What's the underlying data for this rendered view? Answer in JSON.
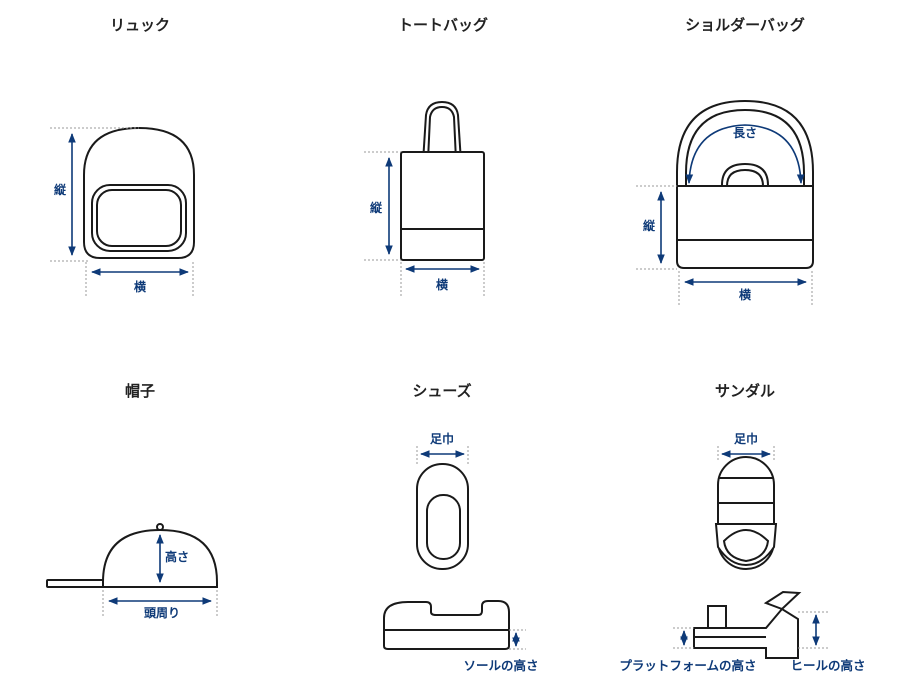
{
  "colors": {
    "outline": "#1a1a1a",
    "measure": "#0e3a78",
    "title": "#222222",
    "guide": "#9a9a9a"
  },
  "backpack": {
    "title": "リュック",
    "height_label": "縦",
    "width_label": "横"
  },
  "tote": {
    "title": "トートバッグ",
    "height_label": "縦",
    "width_label": "横"
  },
  "shoulder": {
    "title": "ショルダーバッグ",
    "strap_label": "長さ",
    "height_label": "縦",
    "width_label": "横"
  },
  "cap": {
    "title": "帽子",
    "height_label": "高さ",
    "circumference_label": "頭周り"
  },
  "shoes": {
    "title": "シューズ",
    "width_label": "足巾",
    "sole_label": "ソールの高さ"
  },
  "sandal": {
    "title": "サンダル",
    "width_label": "足巾",
    "platform_label": "プラットフォームの高さ",
    "heel_label": "ヒールの高さ"
  }
}
